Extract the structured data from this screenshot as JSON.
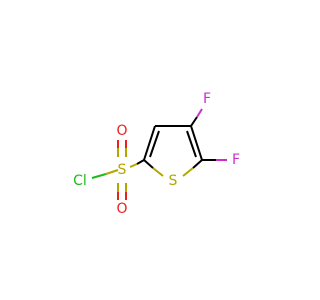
{
  "molecule": {
    "atoms": {
      "chlorine": {
        "symbol": "Cl",
        "color": "#1fba1f"
      },
      "sulfonyl_sulfur": {
        "symbol": "S",
        "color": "#b3a600"
      },
      "oxygen_top": {
        "symbol": "O",
        "color": "#e8231d"
      },
      "oxygen_bottom": {
        "symbol": "O",
        "color": "#e8231d"
      },
      "ring_sulfur": {
        "symbol": "S",
        "color": "#b3a600"
      },
      "fluorine_top": {
        "symbol": "F",
        "color": "#cc2fcc"
      },
      "fluorine_right": {
        "symbol": "F",
        "color": "#cc2fcc"
      }
    },
    "bond_color": "#000000"
  }
}
